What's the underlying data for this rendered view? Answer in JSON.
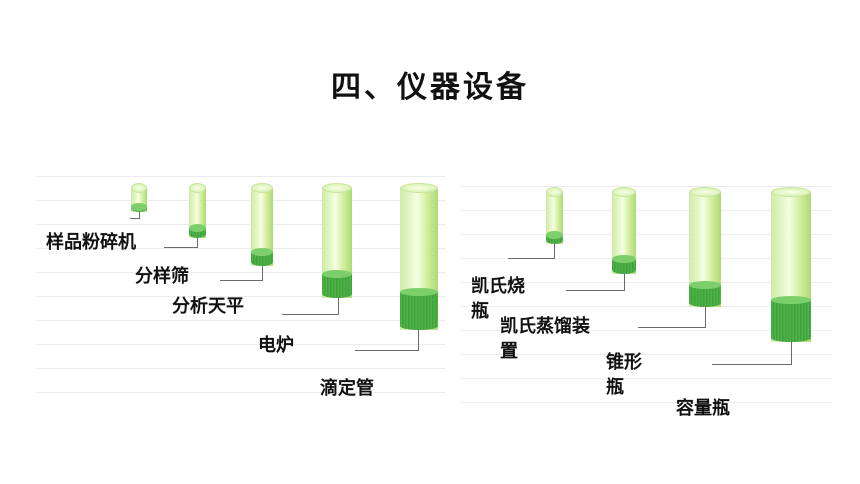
{
  "title": "四、仪器设备",
  "left_group": {
    "items": [
      {
        "label": "样品粉碎机",
        "icon": "cylinder-icon"
      },
      {
        "label": "分样筛",
        "icon": "cylinder-icon"
      },
      {
        "label": "分析天平",
        "icon": "cylinder-icon"
      },
      {
        "label": "电炉",
        "icon": "cylinder-icon"
      },
      {
        "label": "滴定管",
        "icon": "cylinder-icon"
      }
    ]
  },
  "right_group": {
    "items": [
      {
        "label": "凯氏烧\n瓶",
        "icon": "cylinder-icon"
      },
      {
        "label": "凯氏蒸馏装\n置",
        "icon": "cylinder-icon"
      },
      {
        "label": "锥形\n瓶",
        "icon": "cylinder-icon"
      },
      {
        "label": "容量瓶",
        "icon": "cylinder-icon"
      }
    ]
  },
  "colors": {
    "cylinder_body": "#dff5bd",
    "cylinder_fill": "#3e9f3e",
    "connector": "#6a6a6a"
  }
}
